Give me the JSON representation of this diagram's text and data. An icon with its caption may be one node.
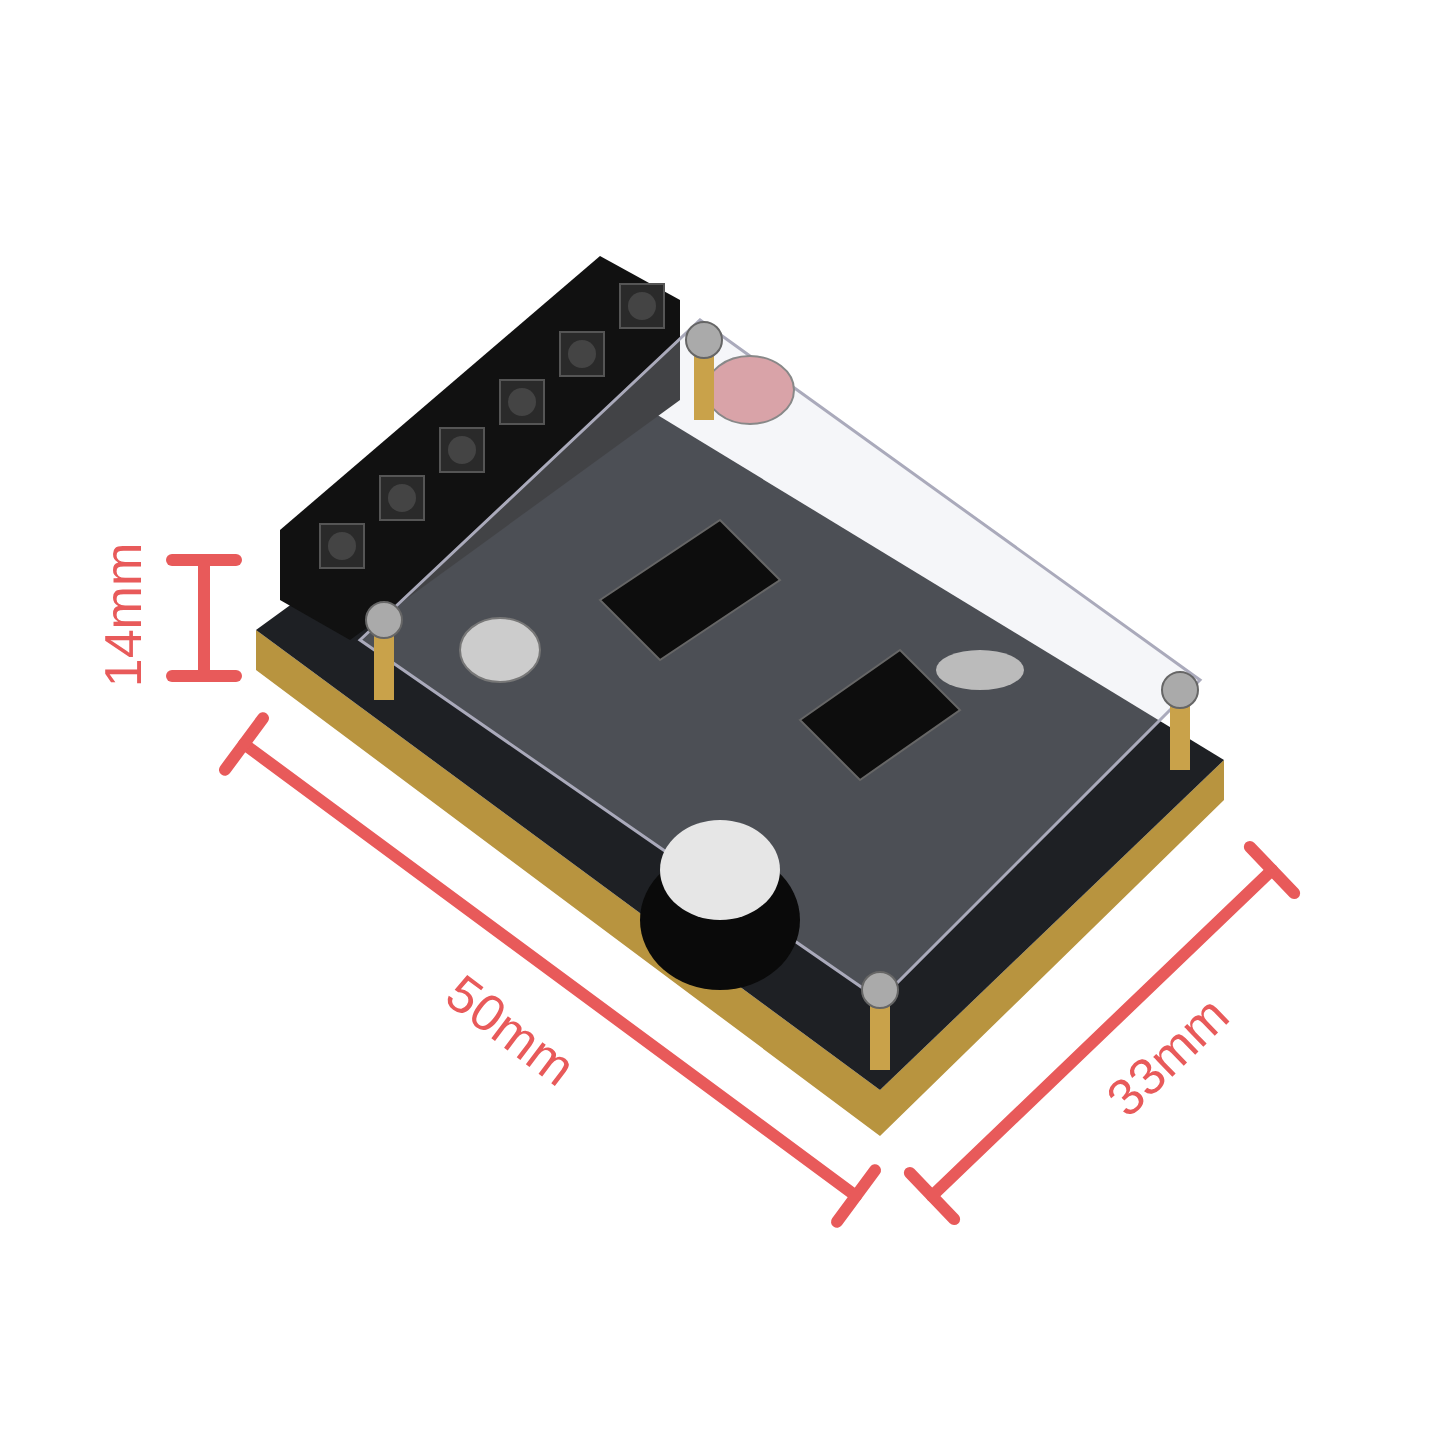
{
  "diagram": {
    "labels": [
      "14mm",
      "50mm",
      "33mm"
    ]
  }
}
